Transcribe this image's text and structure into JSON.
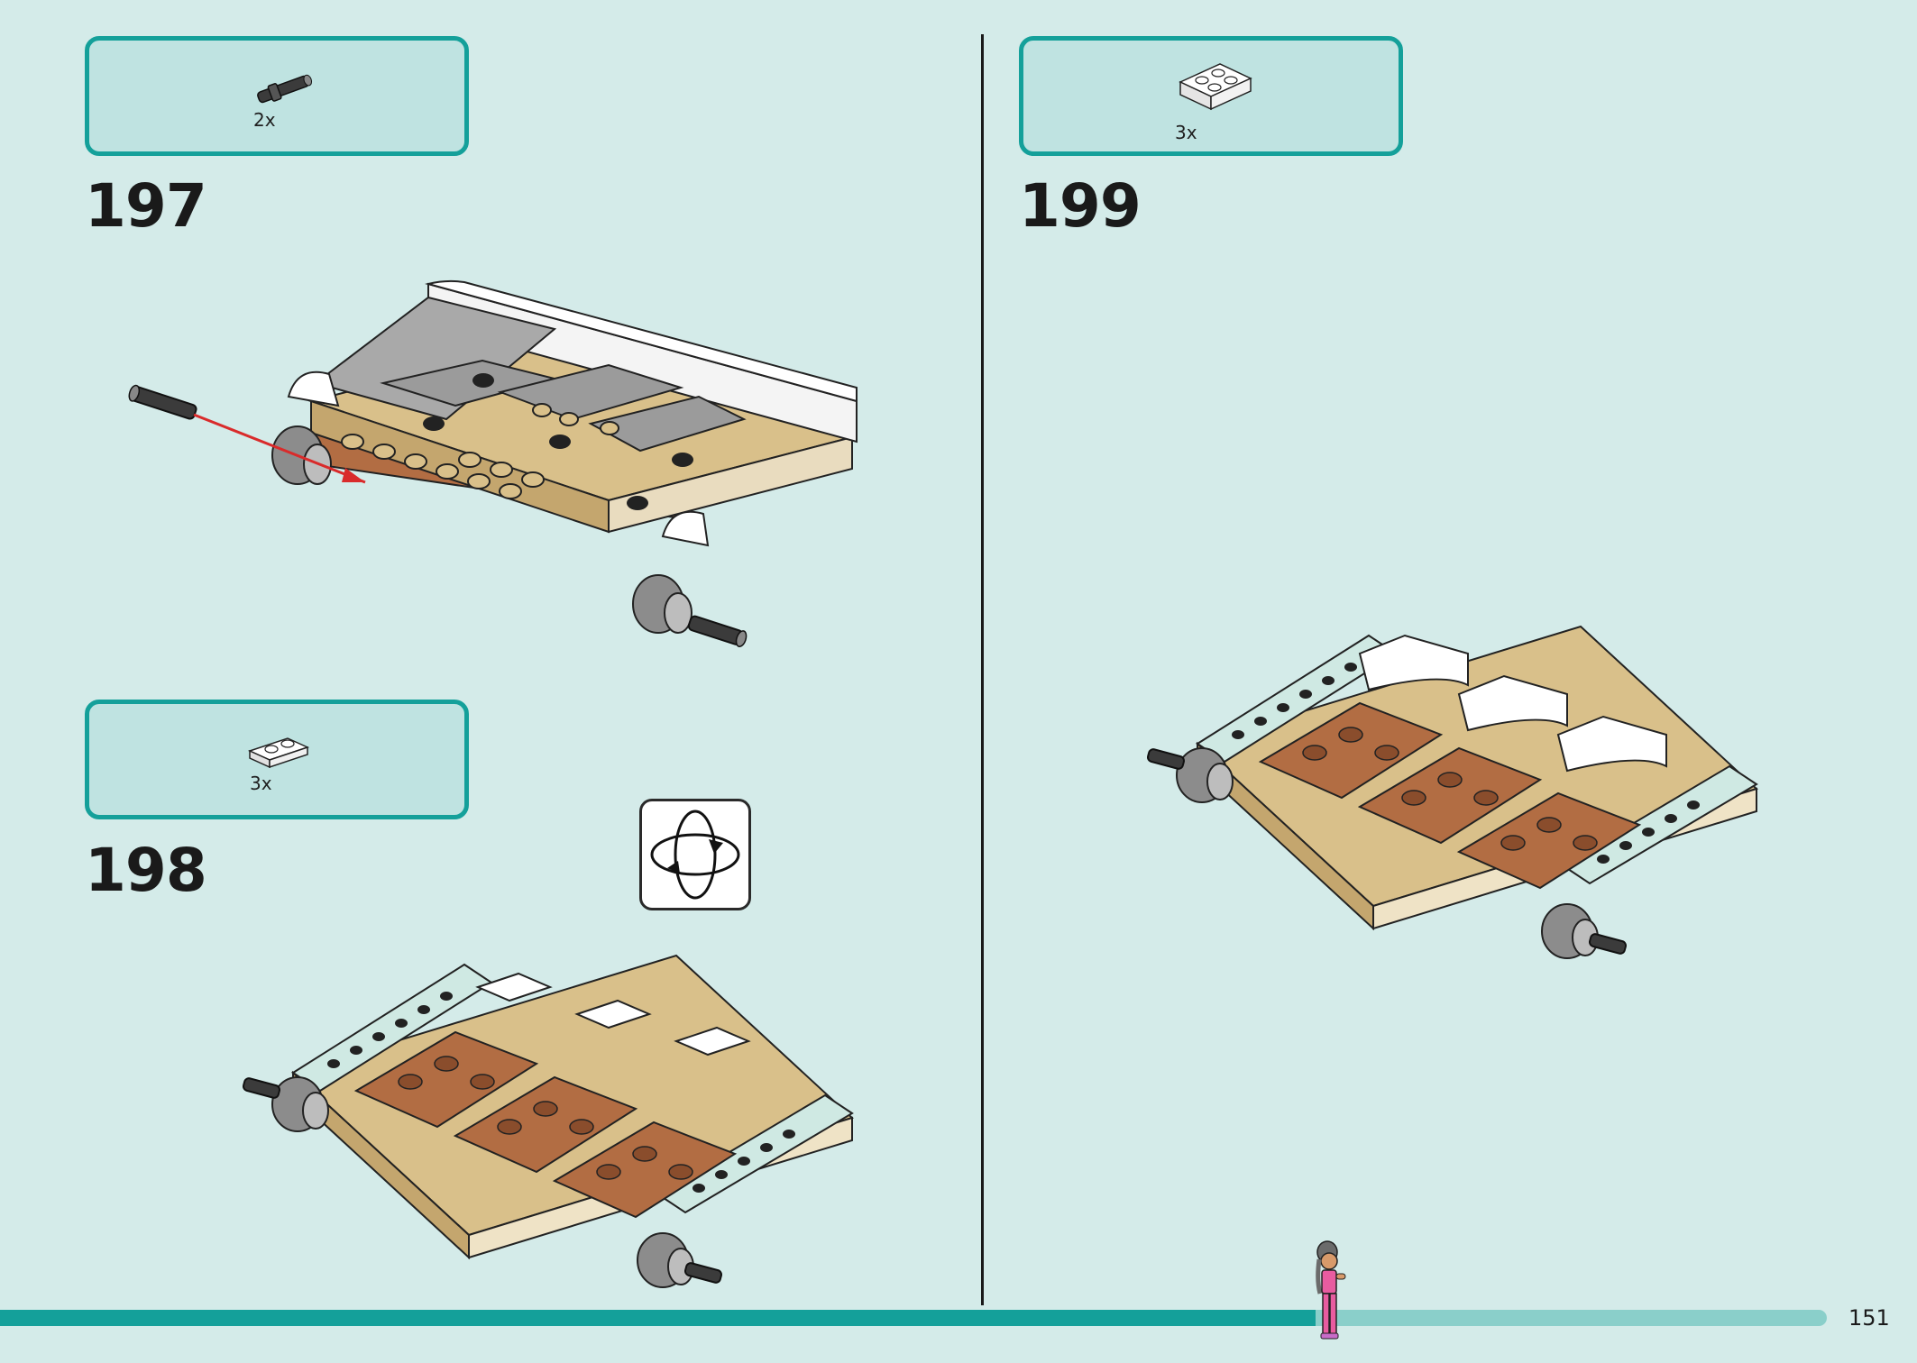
{
  "page": {
    "number": "151"
  },
  "progress": {
    "fraction": 0.72
  },
  "steps": [
    {
      "number": "197",
      "part_qty": "2x",
      "part": "black-axle-pin"
    },
    {
      "number": "198",
      "part_qty": "3x",
      "part": "white-plate-1x2"
    },
    {
      "number": "199",
      "part_qty": "3x",
      "part": "white-inverted-slope-2x2"
    }
  ],
  "icons": {
    "rotate": "rotate-model-icon",
    "figure": "minifigure-icon"
  },
  "colors": {
    "background": "#d4ebe9",
    "callout_fill": "#bfe3e1",
    "callout_border": "#14a09a",
    "progress_fill": "#14a09a",
    "progress_track": "#8acfca",
    "tan": "#d9c08a",
    "brown": "#b26d43",
    "grey": "#a9a9a9",
    "white": "#ffffff",
    "mint": "#cfe9e3"
  }
}
